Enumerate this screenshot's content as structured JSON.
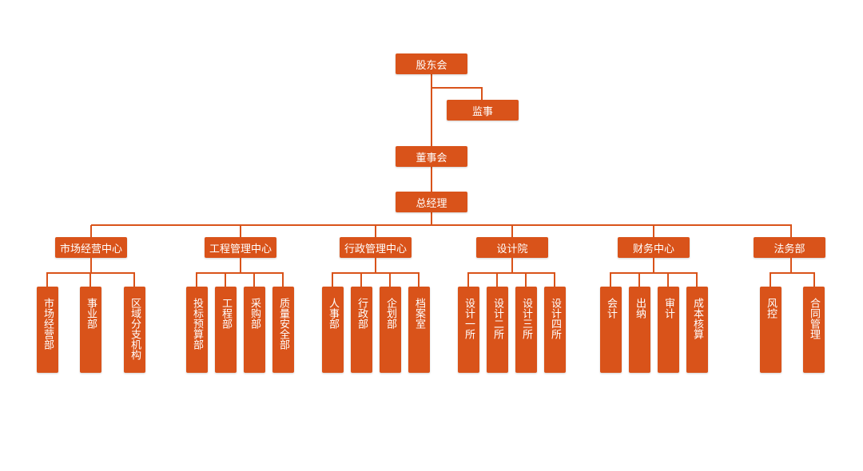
{
  "nodes": {
    "shareholders": "股东会",
    "supervisor": "监事",
    "board": "董事会",
    "gm": "总经理"
  },
  "centers": [
    {
      "label": "市场经营中心",
      "departments": [
        "市场经营部",
        "事业部",
        "区域分支机构"
      ]
    },
    {
      "label": "工程管理中心",
      "departments": [
        "投标预算部",
        "工程部",
        "采购部",
        "质量安全部"
      ]
    },
    {
      "label": "行政管理中心",
      "departments": [
        "人事部",
        "行政部",
        "企划部",
        "档案室"
      ]
    },
    {
      "label": "设计院",
      "departments": [
        "设计一所",
        "设计二所",
        "设计三所",
        "设计四所"
      ]
    },
    {
      "label": "财务中心",
      "departments": [
        "会计",
        "出纳",
        "审计",
        "成本核算"
      ]
    },
    {
      "label": "法务部",
      "departments": [
        "风控",
        "合同管理"
      ]
    }
  ],
  "colors": {
    "box": "#d9531a",
    "line": "#d9531a",
    "text": "#ffffff",
    "background": "#ffffff"
  }
}
